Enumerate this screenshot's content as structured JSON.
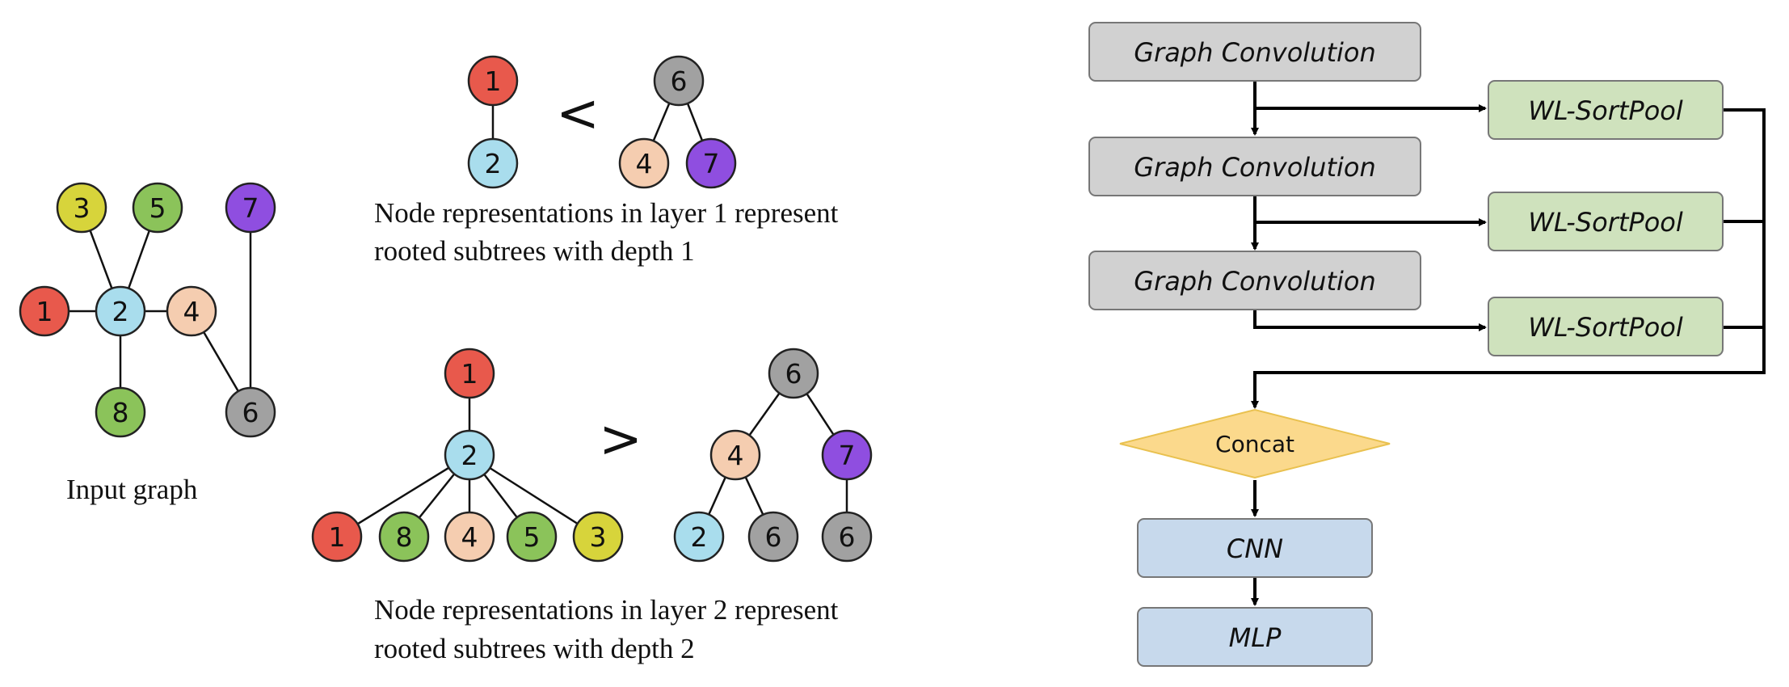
{
  "colors": {
    "red": "#e8594c",
    "lightblue": "#a9dded",
    "yellow": "#d7d43b",
    "green": "#8bc35a",
    "peach": "#f5cdb0",
    "purple": "#8f4ee0",
    "gray": "#a1a1a1",
    "gc_fill": "#d1d1d1",
    "pool_fill": "#cfe2bd",
    "concat_fill": "#fbd98c",
    "cnn_fill": "#c7d9ec"
  },
  "input_graph": {
    "caption": "Input graph",
    "nodes": [
      {
        "label": "3",
        "color": "yellow"
      },
      {
        "label": "5",
        "color": "green"
      },
      {
        "label": "7",
        "color": "purple"
      },
      {
        "label": "1",
        "color": "red"
      },
      {
        "label": "2",
        "color": "lightblue"
      },
      {
        "label": "4",
        "color": "peach"
      },
      {
        "label": "8",
        "color": "green"
      },
      {
        "label": "6",
        "color": "gray"
      }
    ]
  },
  "layer1": {
    "comparison": "<",
    "left_tree": [
      {
        "label": "1",
        "color": "red"
      },
      {
        "label": "2",
        "color": "lightblue"
      }
    ],
    "right_tree": [
      {
        "label": "6",
        "color": "gray"
      },
      {
        "label": "4",
        "color": "peach"
      },
      {
        "label": "7",
        "color": "purple"
      }
    ],
    "caption_line1": "Node representations in layer 1 represent",
    "caption_line2": "rooted subtrees with depth 1"
  },
  "layer2": {
    "comparison": ">",
    "left_tree": [
      {
        "label": "1",
        "color": "red"
      },
      {
        "label": "2",
        "color": "lightblue"
      },
      {
        "label": "1",
        "color": "red"
      },
      {
        "label": "8",
        "color": "green"
      },
      {
        "label": "4",
        "color": "peach"
      },
      {
        "label": "5",
        "color": "green"
      },
      {
        "label": "3",
        "color": "yellow"
      }
    ],
    "right_tree": [
      {
        "label": "6",
        "color": "gray"
      },
      {
        "label": "4",
        "color": "peach"
      },
      {
        "label": "7",
        "color": "purple"
      },
      {
        "label": "2",
        "color": "lightblue"
      },
      {
        "label": "6",
        "color": "gray"
      },
      {
        "label": "6",
        "color": "gray"
      }
    ],
    "caption_line1": "Node representations in layer 2 represent",
    "caption_line2": "rooted subtrees with depth 2"
  },
  "pipeline": {
    "graph_convolutions": [
      "Graph Convolution",
      "Graph Convolution",
      "Graph Convolution"
    ],
    "sortpools": [
      "WL-SortPool",
      "WL-SortPool",
      "WL-SortPool"
    ],
    "concat": "Concat",
    "cnn": "CNN",
    "mlp": "MLP"
  }
}
